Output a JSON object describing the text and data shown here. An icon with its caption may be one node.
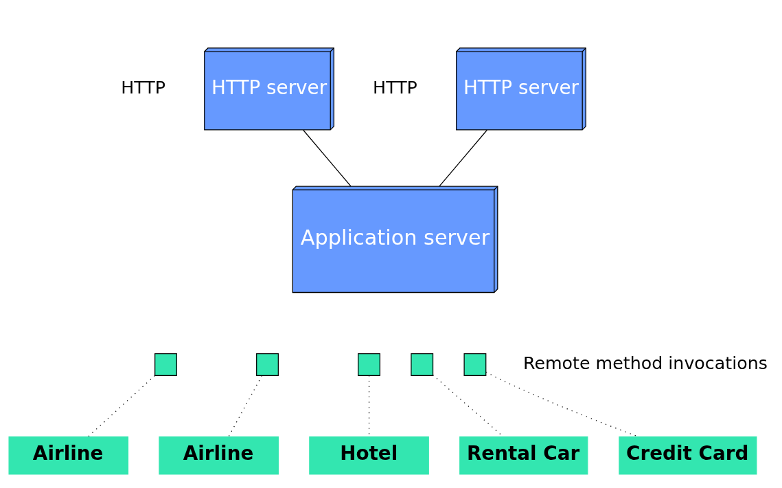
{
  "diagram": {
    "nodes": [
      {
        "text": [
          "HTTP server"
        ],
        "beside": [
          "HTTP"
        ]
      },
      {
        "text": [
          "HTTP server"
        ],
        "beside": [
          "HTTP"
        ]
      },
      {
        "text": [
          "Application server"
        ]
      },
      {
        "text": [],
        "shape": "box"
      },
      {
        "text": [],
        "shape": "box"
      },
      {
        "text": [],
        "shape": "box"
      },
      {
        "text": [],
        "shape": "box"
      },
      {
        "text": [],
        "shape": "box"
      },
      {
        "text": [
          "Airline"
        ]
      },
      {
        "text": [
          "Airline"
        ]
      },
      {
        "text": [
          "Hotel"
        ]
      },
      {
        "text": [
          "Rental Car"
        ]
      },
      {
        "text": [
          "Credit Card"
        ]
      }
    ],
    "edges": [
      {
        "from": 0,
        "to": 2,
        "arrow": "none"
      },
      {
        "from": 1,
        "to": 2,
        "arrow": "none"
      },
      {
        "from": 3,
        "to": 8,
        "arrow": "none",
        "style": "dashed"
      },
      {
        "from": 4,
        "to": 9,
        "arrow": "none",
        "style": "dashed"
      },
      {
        "from": 5,
        "to": 10,
        "arrow": "none",
        "style": "dashed"
      },
      {
        "from": 6,
        "to": 11,
        "arrow": "none",
        "style": "dashed"
      },
      {
        "from": 7,
        "to": 12,
        "arrow": "none",
        "style": "dashed"
      }
    ],
    "labels": [
      "Remote method invocations"
    ]
  }
}
